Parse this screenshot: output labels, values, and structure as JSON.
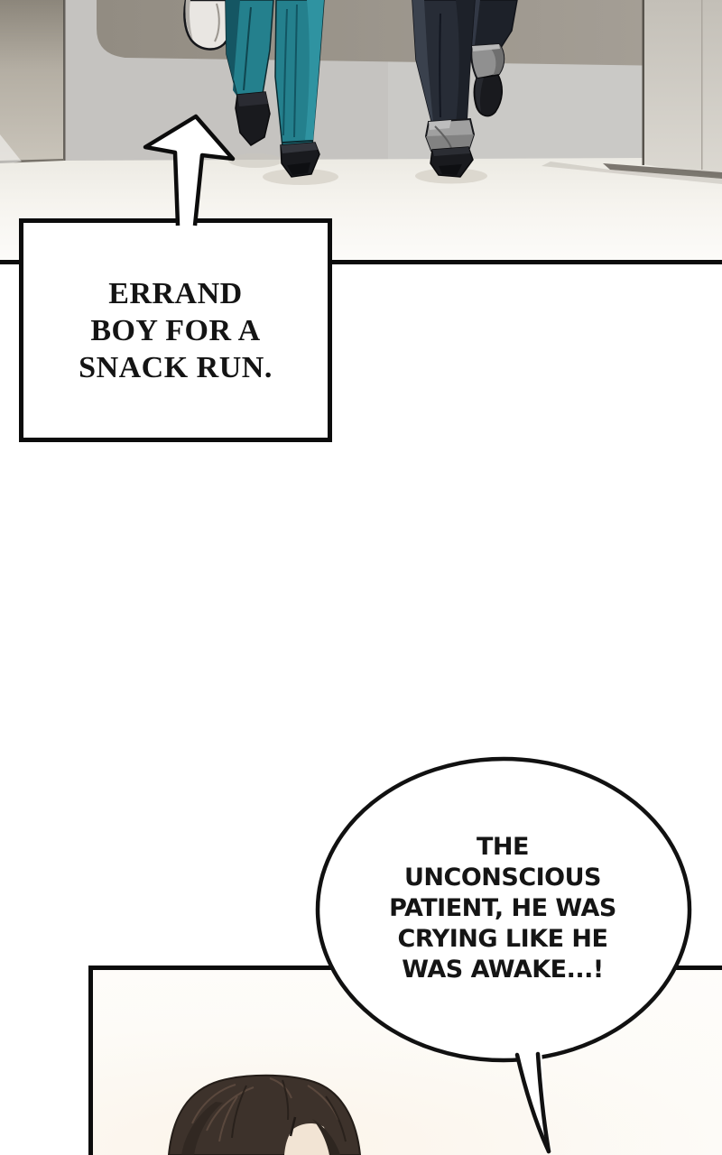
{
  "comic": {
    "panel_1": {
      "description": "Two people seen from behind at leg level walking down a gray hospital hallway; one wears teal scrubs and carries a white plastic bag, the other wears dark rolled-cuff pants and black shoes"
    },
    "caption": {
      "text": "ERRAND\nBOY FOR A\nSNACK RUN."
    },
    "speech_bubble": {
      "text": "THE\nUNCONSCIOUS\nPATIENT, HE WAS\nCRYING LIKE HE\nWAS AWAKE...!"
    },
    "panel_2": {
      "description": "Top of a head of dark brown center-parted hair entering the panel from below"
    },
    "colors": {
      "ink": "#0c0c0c",
      "scrub_teal": "#24808d",
      "scrub_teal_dark": "#155663",
      "scrub_teal_light": "#2f93a1",
      "pants_navy": "#272c36",
      "pants_navy_dark": "#1d2129",
      "pants_navy_light": "#3a414d",
      "cuff_gray": "#a0a0a0",
      "shoe_black": "#191a1e",
      "wall_gray": "#c5c3c0",
      "wall_band": "#98928a",
      "left_wall": "#b2aca1",
      "pillar": "#cdc9c2",
      "floor": "#f4f2ec",
      "bag_white": "#e9e6e2",
      "hair_brown": "#3d322b",
      "skin": "#f2e4d4",
      "panel2_bg": "#fbf4ea"
    }
  }
}
